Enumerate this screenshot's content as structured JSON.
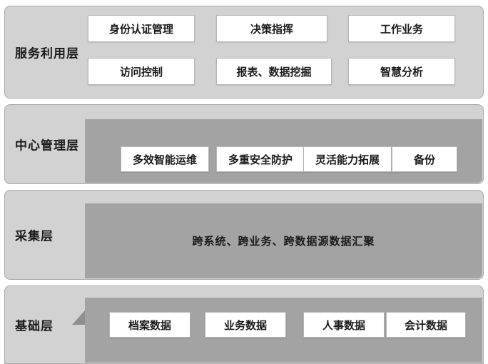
{
  "colors": {
    "band_bg": "#d2d2d2",
    "band_border": "#a9a9a9",
    "inner_bg": "#a3a3a3",
    "box_bg": "#ffffff",
    "box_border": "#b5b5b5",
    "text": "#1b1b1b"
  },
  "layers": {
    "service": {
      "label": "服务利用层",
      "row1": [
        "身份认证管理",
        "决策指挥",
        "工作业务"
      ],
      "row2": [
        "访问控制",
        "报表、数据挖掘",
        "智慧分析"
      ]
    },
    "management": {
      "label": "中心管理层",
      "boxes": [
        "多效智能运维",
        "多重安全防护",
        "灵活能力拓展",
        "备份"
      ]
    },
    "collection": {
      "label": "采集层",
      "text": "跨系统、跨业务、跨数据源数据汇聚"
    },
    "base": {
      "label": "基础层",
      "boxes": [
        "档案数据",
        "业务数据",
        "人事数据",
        "会计数据"
      ]
    }
  }
}
